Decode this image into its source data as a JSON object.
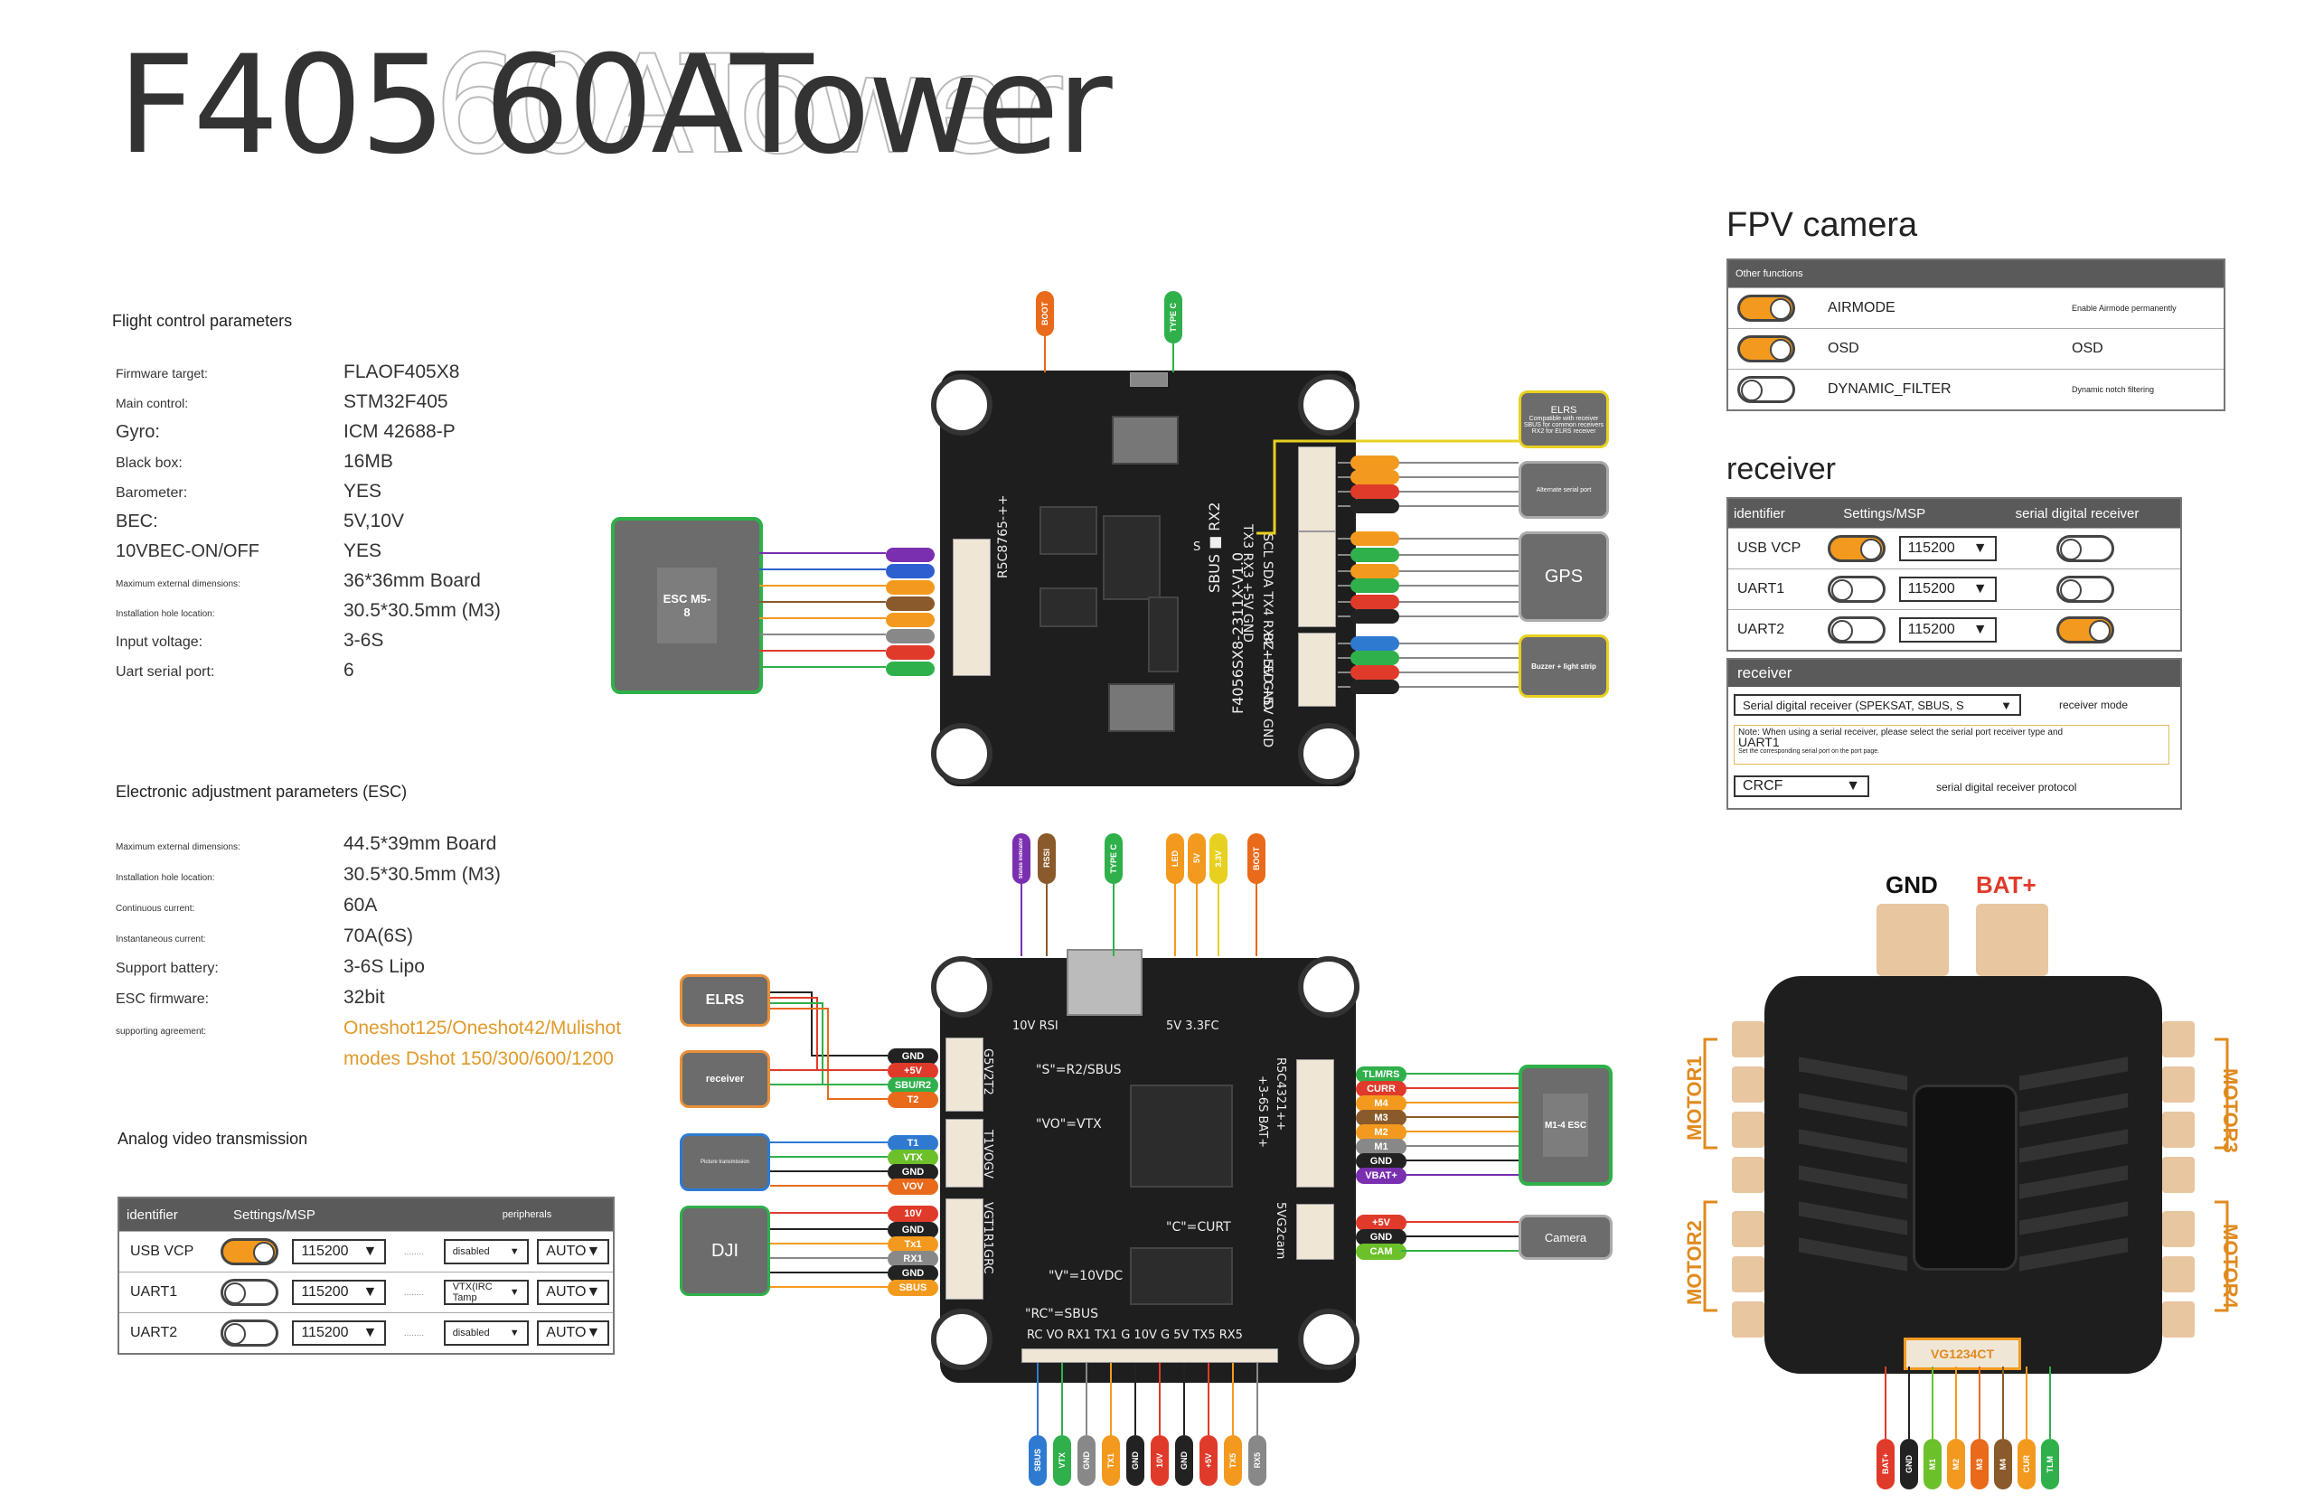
{
  "title": "F405 60ATower",
  "fc_params": {
    "heading": "Flight control parameters",
    "rows": [
      {
        "label": "Firmware target:",
        "value": "FLAOF405X8",
        "size": "sm2"
      },
      {
        "label": "Main control:",
        "value": "STM32F405",
        "size": "sm2"
      },
      {
        "label": "Gyro:",
        "value": "ICM 42688-P",
        "size": "md"
      },
      {
        "label": "Black box:",
        "value": "16MB",
        "size": "n"
      },
      {
        "label": "Barometer:",
        "value": "YES",
        "size": "n"
      },
      {
        "label": "BEC:",
        "value": "5V,10V",
        "size": "md"
      },
      {
        "label": "10VBEC-ON/OFF",
        "value": "YES",
        "size": "md"
      },
      {
        "label": "Maximum external dimensions:",
        "value": "36*36mm Board",
        "size": "sm"
      },
      {
        "label": "Installation hole location:",
        "value": "30.5*30.5mm (M3)",
        "size": "sm"
      },
      {
        "label": "Input voltage:",
        "value": "3-6S",
        "size": "n"
      },
      {
        "label": "Uart serial port:",
        "value": "6",
        "size": "n"
      }
    ]
  },
  "esc_params": {
    "heading": "Electronic adjustment parameters (ESC)",
    "rows": [
      {
        "label": "Maximum external dimensions:",
        "value": "44.5*39mm Board",
        "size": "sm"
      },
      {
        "label": "Installation hole location:",
        "value": "30.5*30.5mm (M3)",
        "size": "sm"
      },
      {
        "label": "Continuous current:",
        "value": "60A",
        "size": "sm"
      },
      {
        "label": "Instantaneous current:",
        "value": "70A(6S)",
        "size": "sm"
      },
      {
        "label": "Support battery:",
        "value": "3-6S Lipo",
        "size": "n"
      },
      {
        "label": "ESC firmware:",
        "value": "32bit",
        "size": "n"
      },
      {
        "label": "supporting agreement:",
        "value": "Oneshot125/Oneshot42/Mulishot",
        "size": "sm",
        "orange": true
      },
      {
        "label": "",
        "value": "modes Dshot 150/300/600/1200",
        "size": "sm",
        "orange": true
      }
    ]
  },
  "vtx_table": {
    "heading": "Analog video transmission",
    "headers": [
      "identifier",
      "Settings/MSP",
      "",
      "peripherals"
    ],
    "rows": [
      {
        "id": "USB VCP",
        "on": true,
        "baud": "115200",
        "dots": "........",
        "periph": "disabled",
        "auto": "AUTO"
      },
      {
        "id": "UART1",
        "on": false,
        "baud": "115200",
        "dots": "........",
        "periph": "VTX(IRC Tamp",
        "auto": "AUTO"
      },
      {
        "id": "UART2",
        "on": false,
        "baud": "115200",
        "dots": "........",
        "periph": "disabled",
        "auto": "AUTO"
      }
    ]
  },
  "fpv": {
    "heading": "FPV camera",
    "table_head": "Other functions",
    "rows": [
      {
        "on": true,
        "name": "AIRMODE",
        "desc": "Enable Airmode permanently"
      },
      {
        "on": true,
        "name": "OSD",
        "desc": "OSD"
      },
      {
        "on": false,
        "name": "DYNAMIC_FILTER",
        "desc": "Dynamic notch filtering"
      }
    ]
  },
  "receiver": {
    "heading": "receiver",
    "headers": [
      "identifier",
      "Settings/MSP",
      "serial digital receiver"
    ],
    "rows": [
      {
        "id": "USB VCP",
        "on": true,
        "baud": "115200",
        "serial": false
      },
      {
        "id": "UART1",
        "on": false,
        "baud": "115200",
        "serial": false
      },
      {
        "id": "UART2",
        "on": false,
        "baud": "115200",
        "serial": true
      }
    ],
    "panel_head": "receiver",
    "mode_select": "Serial digital receiver (SPEKSAT, SBUS, S",
    "mode_label": "receiver mode",
    "note": "Note: When using a serial receiver, please select the serial port receiver type and",
    "note_uart": "UART1",
    "note2": "Set the corresponding serial port on the port page.",
    "protocol_select": "CRCF",
    "protocol_label": "serial digital receiver protocol"
  },
  "top_board": {
    "esc_box": "ESC M5-8",
    "elrs_box_title": "ELRS",
    "elrs_box_l1": "Compatible with receiver",
    "elrs_box_l2": "SBUS for common receivers",
    "elrs_box_l3": "RX2 for ELRS receiver",
    "alt_serial": "Alternate serial port",
    "gps": "GPS",
    "buzzer": "Buzzer + light strip",
    "tag_boot": "BOOT",
    "tag_typec": "TYPE C",
    "silk_r5": "R5C8765-++",
    "silk_rx": "SBUS ■ RX2",
    "silk_tx": "TX3 RX3 +5V GND",
    "silk_sc": "SCL SDA TX4 RX4 +5V GND",
    "silk_model": "F4056SX8-2311X-V1.0",
    "silk_bz": "BZ- LED +5V GND",
    "silk_s": "S"
  },
  "bottom_board": {
    "left_boxes": [
      "ELRS",
      "receiver",
      "Picture transmission",
      "DJI"
    ],
    "left_labels1": [
      "GND",
      "+5V",
      "SBU/R2",
      "T2"
    ],
    "left_labels2": [
      "T1",
      "VTX",
      "GND",
      "VOV"
    ],
    "left_labels3": [
      "10V",
      "GND",
      "Tx1",
      "RX1",
      "GND",
      "SBUS"
    ],
    "right_labels1": [
      "TLM/RS",
      "CURR",
      "M4",
      "M3",
      "M2",
      "M1",
      "GND",
      "VBAT+"
    ],
    "right_labels2": [
      "+5V",
      "GND",
      "CAM"
    ],
    "right_box1": "M1-4 ESC",
    "right_box2": "Camera",
    "top_tags": [
      "Status indicator",
      "RSSI",
      "TYPE C",
      "LED",
      "5V",
      "3.3V",
      "BOOT"
    ],
    "bottom_tags": [
      "SBUS",
      "VTX",
      "GND",
      "TX1",
      "GND",
      "10V",
      "GND",
      "+5V",
      "TX5",
      "RX5"
    ],
    "silk_top": "10V RSI",
    "silk_top2": "5V 3.3FC",
    "silk_sbus": "\"S\"=R2/SBUS",
    "silk_vo": "\"VO\"=VTX",
    "silk_c": "\"C\"=CURT",
    "silk_v": "\"V\"=10VDC",
    "silk_rc": "\"RC\"=SBUS",
    "silk_bottom": "RC VO RX1 TX1 G 10V G 5V TX5 RX5",
    "silk_left": "G5V2T2",
    "silk_left2": "T1VOGV",
    "silk_left3": "VGT1R1GRC",
    "silk_right": "R5C4321++",
    "silk_right2": "5VG2cam",
    "silk_bat": "+3-6S BAT+"
  },
  "esc_board": {
    "gnd": "GND",
    "bat": "BAT+",
    "motor1": "MOTOR1",
    "motor2": "MOTOR2",
    "motor3": "MOTOR3",
    "motor4": "MOTOR4",
    "connector_label": "VG1234CT",
    "bottom_tags": [
      "BAT+",
      "GND",
      "M1",
      "M2",
      "M3",
      "M4",
      "CUR",
      "TLM"
    ]
  },
  "colors": {
    "orange": "#f39a1e",
    "green": "#2fb04b",
    "red": "#e03a2a",
    "dark": "#1e1e1e",
    "gray": "#6c6c6c"
  }
}
